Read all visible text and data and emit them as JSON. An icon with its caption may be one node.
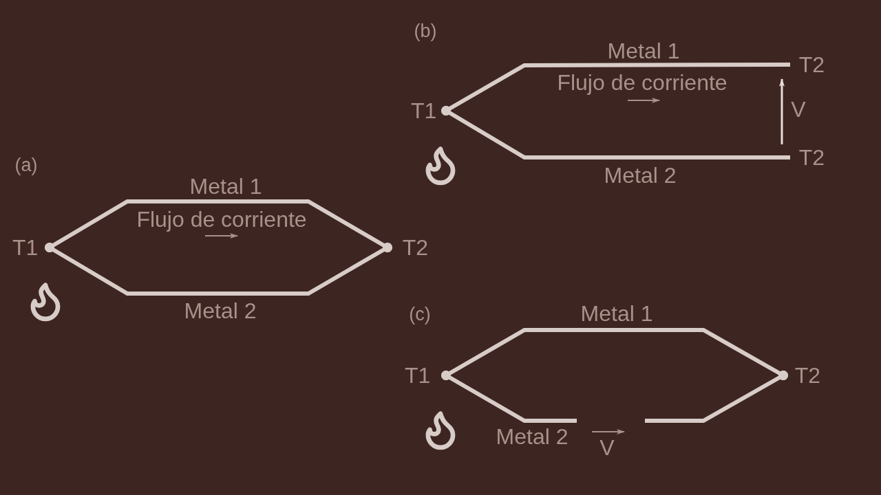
{
  "diagram": {
    "nodes": [
      {
        "text": [
          "T1"
        ]
      },
      {
        "text": [
          "T2"
        ]
      },
      {
        "text": [
          "T2"
        ]
      },
      {
        "text": [
          "T1"
        ]
      },
      {
        "text": [
          "T2"
        ]
      },
      {
        "text": [
          "T1"
        ]
      },
      {
        "text": [
          "T2"
        ]
      }
    ],
    "edges": [
      {
        "from": 0,
        "to": 1,
        "arrow": "other",
        "label": "Metal 1"
      },
      {
        "from": 0,
        "to": 2,
        "arrow": "other",
        "label": "Metal 2"
      },
      {
        "from": 3,
        "to": 4,
        "arrow": "other",
        "label": "Metal 1"
      },
      {
        "from": 3,
        "to": 4,
        "arrow": "other",
        "label": "Metal 2"
      },
      {
        "from": 5,
        "to": 6,
        "arrow": "other",
        "label": "Metal 1"
      },
      {
        "from": 5,
        "to": null,
        "arrow": "other",
        "label": "Metal 2"
      },
      {
        "from": null,
        "to": 6,
        "arrow": "other"
      }
    ],
    "labels": [
      "(b)",
      "Flujo de corriente",
      "V",
      "(a)",
      "Flujo de corriente",
      "(c)",
      "V"
    ]
  }
}
